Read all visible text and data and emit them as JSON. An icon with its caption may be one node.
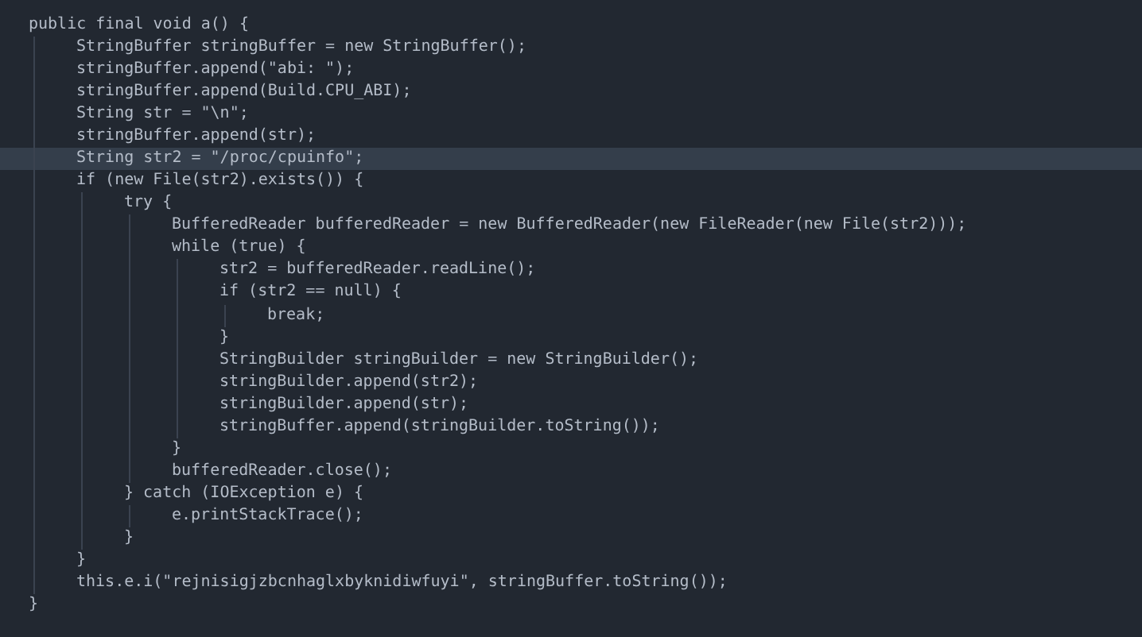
{
  "diagram": {
    "labels": [
      "public final void a() {",
      "StringBuffer stringBuffer = new StringBuffer();",
      "stringBuffer.append(\"abi: \");",
      "stringBuffer.append(Build.CPU_ABI);",
      "String str = \"\\n\";",
      "stringBuffer.append(str);",
      "String str2 = \"/proc/cpuinfo\";",
      "if (new File(str2).exists()) {",
      "try {",
      "BufferedReader bufferedReader = new BufferedReader(new FileReader(new File(str2)));",
      "while (true) {",
      "str2 = bufferedReader.readLine();",
      "if (str2 == null) {",
      "break;",
      "}",
      "StringBuilder stringBuilder = new StringBuilder();",
      "stringBuilder.append(str2);",
      "stringBuilder.append(str);",
      "stringBuffer.append(stringBuilder.toString());",
      "}",
      "bufferedReader.close();",
      "} catch (IOException e) {",
      "e.printStackTrace();",
      "}",
      "}",
      "this.e.i(\"rejnisigjzbcnhaglxbyknidiwfuyi\", stringBuffer.toString());",
      "}"
    ]
  }
}
